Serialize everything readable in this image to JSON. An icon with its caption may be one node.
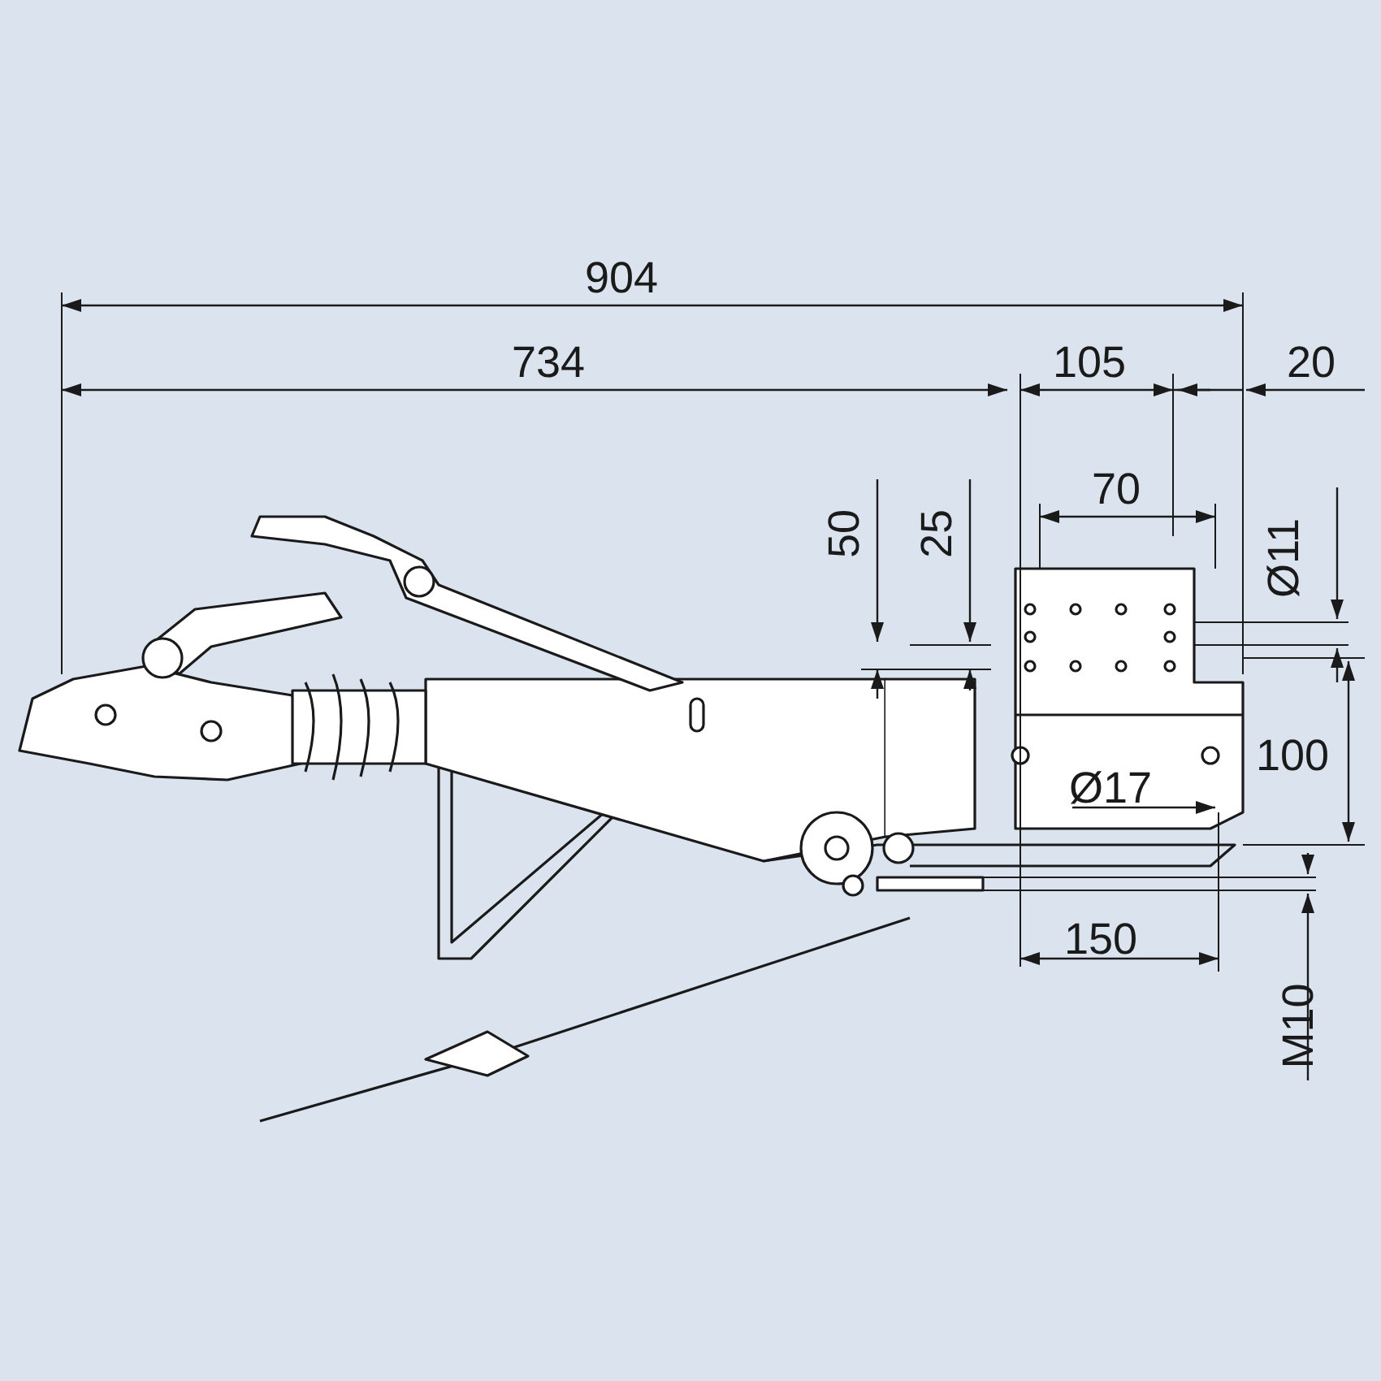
{
  "diagram": {
    "labels": [
      "904",
      "734",
      "105",
      "20",
      "70",
      "50",
      "25",
      "Ø11",
      "100",
      "Ø17",
      "150",
      "M10"
    ]
  }
}
